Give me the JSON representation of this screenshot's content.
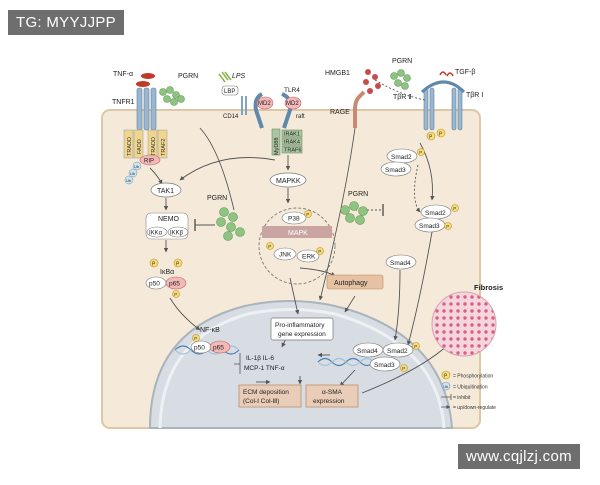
{
  "watermarks": {
    "top": "TG: MYYJJPP",
    "bottom": "www.cqjlzj.com"
  },
  "receptors": {
    "tnf_alpha": "TNF-α",
    "pgrn": "PGRN",
    "tnfr1": "TNFR1",
    "tradd": "TRADD",
    "fadd": "FADD",
    "traf2": "TRAF2",
    "rip": "RIP",
    "ub": "Ub",
    "lps": "LPS",
    "lbp": "LBP",
    "cd14": "CD14",
    "md2": "MD2",
    "tlr4": "TLR4",
    "raft": "raft",
    "myd88": "MyD88",
    "irak1": "IRAK1",
    "irak4": "IRAK4",
    "traf6": "TRAF6",
    "hmgb1": "HMGB1",
    "rage": "RAGE",
    "tgf_beta": "TGF-β",
    "tbr1": "TβR Ⅰ",
    "tbr2": "TβR Ⅱ"
  },
  "cytoplasm": {
    "tak1": "TAK1",
    "nemo": "NEMO",
    "ikka": "IKKα",
    "ikkb": "IKKβ",
    "ikba": "IκBα",
    "p50": "p50",
    "p65": "p65",
    "p": "P",
    "pgrn": "PGRN",
    "mapkk": "MAPKK",
    "p38": "P38",
    "mapk": "MAPK",
    "jnk": "JNK",
    "erk": "ERK",
    "autophagy": "Autophagy",
    "smad2": "Smad2",
    "smad3": "Smad3",
    "smad4": "Smad4",
    "fibrosis": "Fibrosis"
  },
  "nucleus": {
    "nfkb": "NF-κB",
    "pro_inflammatory": [
      "Pro-inflammatory",
      "gene expression"
    ],
    "cytokines": [
      "IL-1β  IL-6",
      "MCP-1  TNF-α"
    ],
    "ecm": [
      "ECM deposition",
      "(Col-Ⅰ Col-Ⅲ)"
    ],
    "asma": [
      "α-SMA",
      "expression"
    ]
  },
  "legend": [
    {
      "symbol": "P",
      "text": "= Phosphorylation"
    },
    {
      "symbol": "Ub",
      "text": "= Ubiquitination"
    },
    {
      "symbol": "inhibit",
      "text": "= inhibit"
    },
    {
      "symbol": "updown",
      "text": "= up/down-regulate"
    }
  ],
  "colors": {
    "cell": "#f5ead9",
    "cell_border": "#dcc8a6",
    "nucleus": "#d7dde2",
    "nucleus_border": "#a9b4bc",
    "pgrn_green": "#8fc382",
    "pgrn_dark": "#5f9a55",
    "receptor_blue": "#7da6c4",
    "oval_red": "#f3b9b9",
    "oval_red_stroke": "#c06262",
    "phospho": "#f7dc79",
    "phospho_stroke": "#b6931f",
    "mapk_bar": "#c9a4a2",
    "autophagy": "#e6c1a2",
    "ecm_box": "#e9cdb8",
    "fibrosis": "#e58fa4",
    "ub": "#cfe3ef"
  }
}
